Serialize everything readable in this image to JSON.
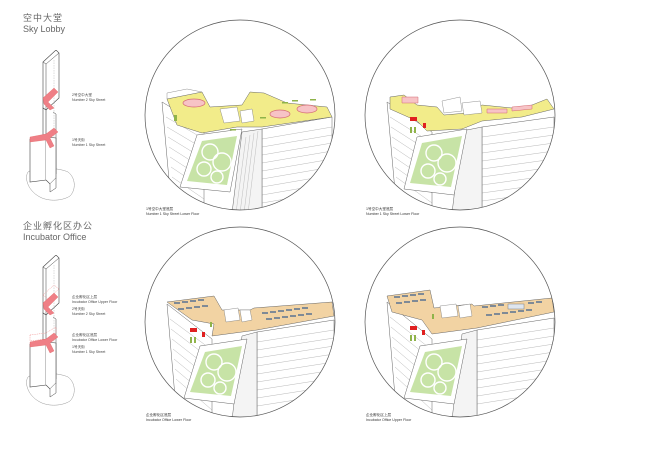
{
  "sections": [
    {
      "id": "sky-lobby",
      "title_cn": "空中大堂",
      "title_en": "Sky Lobby",
      "tower_labels": [
        {
          "cn": "2号空中大堂",
          "en": "Number 2 Sky Street"
        },
        {
          "cn": "1号天街",
          "en": "Number 1 Sky Street"
        }
      ],
      "views": [
        {
          "caption_cn": "1号空中大堂底层",
          "caption_en": "Number 1 Sky Street Lower Floor",
          "floor_color": "#f2ec8a"
        },
        {
          "caption_cn": "1号空中大堂底层",
          "caption_en": "Number 1 Sky Street Lower Floor",
          "floor_color": "#f2ec8a"
        }
      ]
    },
    {
      "id": "incubator-office",
      "title_cn": "企业孵化区办公",
      "title_en": "Incubator Office",
      "tower_labels": [
        {
          "cn": "企业孵化区上层",
          "en": "Incubator Office Upper Floor"
        },
        {
          "cn": "2号天街",
          "en": "Number 2 Sky Street"
        },
        {
          "cn": "企业孵化区底层",
          "en": "Incubator Office Lower Floor"
        },
        {
          "cn": "1号天街",
          "en": "Number 1 Sky Street"
        }
      ],
      "views": [
        {
          "caption_cn": "企业孵化区底层",
          "caption_en": "Incubator Office Lower Floor",
          "floor_color": "#f2d3a3"
        },
        {
          "caption_cn": "企业孵化区上层",
          "caption_en": "Incubator Office Upper Floor",
          "floor_color": "#f2d3a3"
        }
      ]
    }
  ],
  "colors": {
    "highlight_red": "#ef7f86",
    "accent_red": "#e02020",
    "garden_green": "#c7e3a6",
    "outline": "#555555"
  }
}
